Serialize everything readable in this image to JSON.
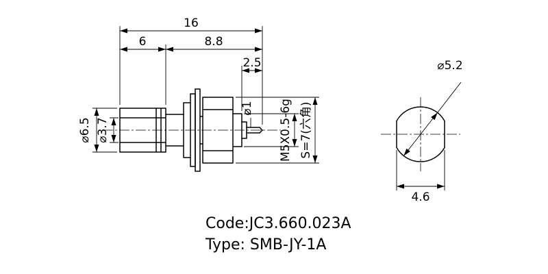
{
  "drawing": {
    "side_view": {
      "dim_overall": "16",
      "dim_front": "6",
      "dim_rear": "8.8",
      "dim_pin_length": "2.5",
      "dia_outer": "⌀6.5",
      "dia_inner": "⌀3.7",
      "dia_pin": "⌀1",
      "thread_spec": "M5X0.5-6g",
      "hex_spec": "S=7(六角)"
    },
    "end_view": {
      "dia_circle": "⌀5.2",
      "dim_across_flats": "4.6"
    },
    "notes": {
      "code": "Code:JC3.660.023A",
      "type": "Type: SMB-JY-1A"
    }
  }
}
